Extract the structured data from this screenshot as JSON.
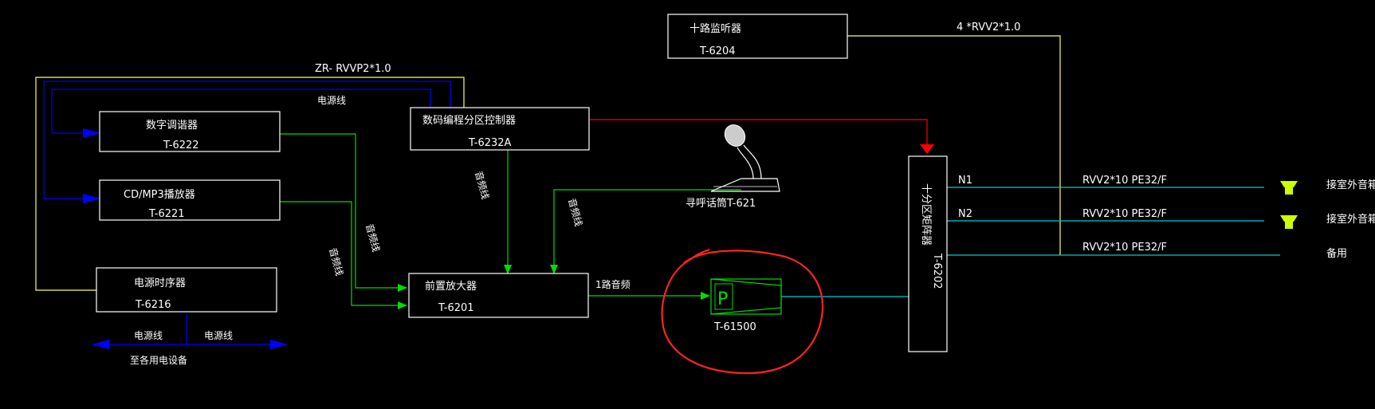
{
  "colors": {
    "background": "#000000",
    "box": "#ffffff",
    "audio": "#00cc00",
    "power": "#0000ff",
    "control": "#ff0000",
    "monitor": "#ffff66",
    "speaker_line": "#00cccc",
    "highlight": "#ff2222",
    "speaker": "#ccff00"
  },
  "devices": {
    "monitor": {
      "name": "十路监听器",
      "model": "T-6204"
    },
    "controller": {
      "name": "数码编程分区控制器",
      "model": "T-6232A"
    },
    "tuner": {
      "name": "数字调谐器",
      "model": "T-6222"
    },
    "cd": {
      "name": "CD/MP3播放器",
      "model": "T-6221"
    },
    "sequencer": {
      "name": "电源时序器",
      "model": "T-6216"
    },
    "preamp": {
      "name": "前置放大器",
      "model": "T-6201"
    },
    "amp": {
      "symbol": "P",
      "model": "T-61500"
    },
    "splitter": {
      "name": "十分区矩阵器",
      "model": "T-6202"
    },
    "mic": {
      "label": "寻呼话筒T-621"
    }
  },
  "wires": {
    "monitor_cable": "4 *RVV2*1.0",
    "power_cable": "ZR- RVVP2*1.0",
    "power_line": "电源线",
    "audio_line": "音频线",
    "one_audio": "1路音频",
    "power_left": "电源线",
    "power_right": "电源线",
    "to_equipment": "至各用电设备"
  },
  "zones": [
    {
      "code": "N1",
      "cable": "RVV2*10  PE32/F",
      "label": "接室外音箱*"
    },
    {
      "code": "N2",
      "cable": "RVV2*10  PE32/F",
      "label": "接室外音箱*"
    },
    {
      "code": "",
      "cable": "RVV2*10  PE32/F",
      "label": "备用"
    }
  ]
}
